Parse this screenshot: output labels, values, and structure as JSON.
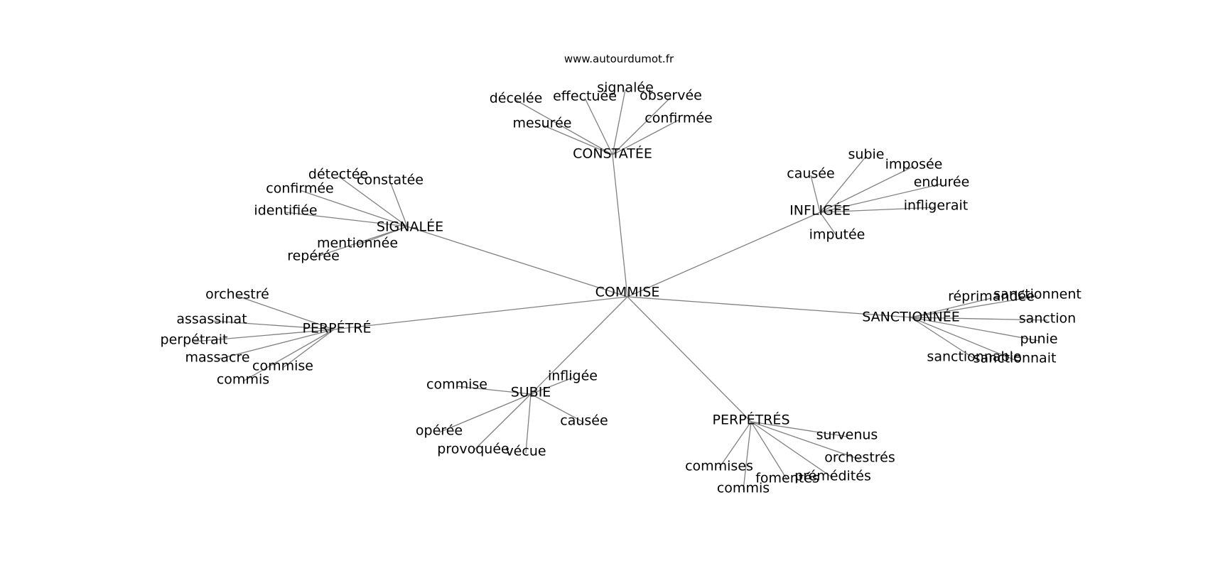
{
  "watermark": "www.autourdumot.fr",
  "graph": {
    "center": "COMMISE",
    "groups": [
      {
        "hub": "CONSTATÉE",
        "words": [
          "décelée",
          "effectuée",
          "signalée",
          "observée",
          "mesurée",
          "confirmée"
        ]
      },
      {
        "hub": "SIGNALÉE",
        "words": [
          "détectée",
          "constatée",
          "confirmée",
          "identifiée",
          "mentionnée",
          "repérée"
        ]
      },
      {
        "hub": "INFLIGÉE",
        "words": [
          "causée",
          "subie",
          "imposée",
          "endurée",
          "infligerait",
          "imputée"
        ]
      },
      {
        "hub": "PERPÉTRÉ",
        "words": [
          "orchestré",
          "assassinat",
          "perpétrait",
          "massacre",
          "commise",
          "commis"
        ]
      },
      {
        "hub": "SANCTIONNÉE",
        "words": [
          "réprimandée",
          "sanctionnent",
          "sanction",
          "punie",
          "sanctionnable",
          "sanctionnait"
        ]
      },
      {
        "hub": "SUBIE",
        "words": [
          "commise",
          "infligée",
          "causée",
          "opérée",
          "provoquée",
          "vécue"
        ]
      },
      {
        "hub": "PERPÉTRÉS",
        "words": [
          "survenus",
          "orchestrés",
          "prémédités",
          "fomentés",
          "commises",
          "commis"
        ]
      }
    ]
  }
}
